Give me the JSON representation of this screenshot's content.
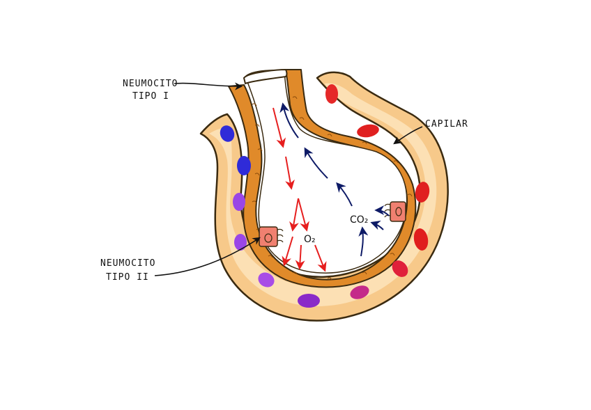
{
  "labels": {
    "type1_line1": "NEUMOCITO",
    "type1_line2": "TIPO I",
    "type2_line1": "NEUMOCITO",
    "type2_line2": "TIPO II",
    "capillary": "CAPILAR",
    "oxygen": "O₂",
    "co2": "CO₂"
  },
  "colors": {
    "vessel_outline": "#3a2a10",
    "vessel_fill": "#f7c98a",
    "vessel_inner": "#fce0b4",
    "tissue": "#e08a2a",
    "tissue_dark": "#b85c10",
    "oxygen_arrow": "#e61e1e",
    "co2_arrow": "#0d1a66",
    "type2_cell": "#f08070",
    "rbc_deoxygenated": "#3a2bd6",
    "rbc_mixed": "#a040e0",
    "rbc_oxygenated": "#e02020"
  },
  "red_cells": [
    {
      "color": "#2f2bd8"
    },
    {
      "color": "#2f2bd8"
    },
    {
      "color": "#9a46e6"
    },
    {
      "color": "#9a46e6"
    },
    {
      "color": "#a84ce6"
    },
    {
      "color": "#8a2ac8"
    },
    {
      "color": "#c42a8a"
    },
    {
      "color": "#e0203a"
    },
    {
      "color": "#e01e1e"
    },
    {
      "color": "#e02020"
    },
    {
      "color": "#e02020"
    },
    {
      "color": "#e52828"
    }
  ]
}
